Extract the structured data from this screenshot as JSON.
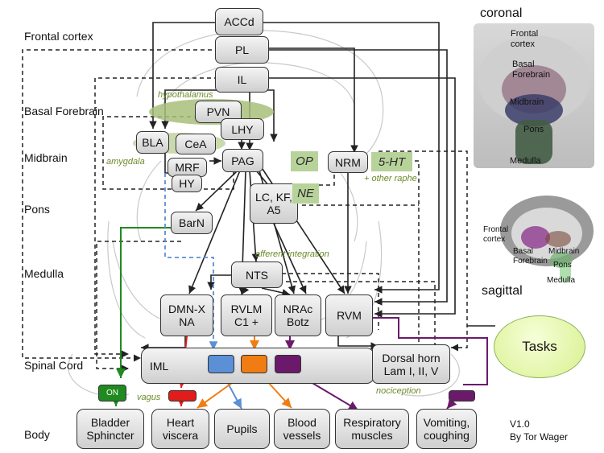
{
  "rows": {
    "frontal": "Frontal\ncortex",
    "basal": "Basal\nForebrain",
    "midbrain": "Midbrain",
    "pons": "Pons",
    "medulla": "Medulla",
    "spinal": "Spinal\nCord",
    "body": "Body"
  },
  "nodes": {
    "accd": "ACCd",
    "pl": "PL",
    "il": "IL",
    "pvn": "PVN",
    "lhy": "LHY",
    "bla": "BLA",
    "cea": "CeA",
    "mrf": "MRF",
    "hy": "HY",
    "pag": "PAG",
    "nrm": "NRM",
    "lc": "LC, KF,\nA5",
    "barn": "BarN",
    "nts": "NTS",
    "dmnx": "DMN-X\nNA",
    "rvlm": "RVLM\nC1 +",
    "nrac": "NRAc\nBotz",
    "rvm": "RVM",
    "iml": "IML",
    "dorsal": "Dorsal horn\nLam I, II, V",
    "bladder": "Bladder\nSphincter",
    "heart": "Heart\nviscera",
    "pupils": "Pupils",
    "blood": "Blood\nvessels",
    "resp": "Respiratory\nmuscles",
    "vomit": "Vomiting,\ncoughing"
  },
  "tags": {
    "op": "OP",
    "ne": "NE",
    "ht": "5-HT"
  },
  "notes": {
    "hypothalamus": "hypothalamus",
    "amygdala": "amygdala",
    "other_raphe": "+ other raphe",
    "afferent": "afferent integration",
    "nociception": "nociception",
    "vagus": "vagus",
    "on": "ON"
  },
  "brain": {
    "coronal_title": "coronal",
    "sagittal_title": "sagittal",
    "coronal_labels": [
      "Frontal\ncortex",
      "Basal\nForebrain",
      "Midbrain",
      "Pons",
      "Medulla"
    ],
    "sagittal_labels": [
      "Frontal\ncortex",
      "Basal\nForebrain",
      "Midbrain",
      "Pons",
      "Medulla"
    ]
  },
  "tasks": "Tasks",
  "version": "V1.0",
  "author": "By Tor Wager",
  "colors": {
    "green": "#1f8a1f",
    "red": "#e21b1b",
    "blue": "#5b8fd6",
    "orange": "#f07d14",
    "purple": "#6b1a6b",
    "tag": "#b7d39a",
    "note": "#6b8a2a"
  }
}
